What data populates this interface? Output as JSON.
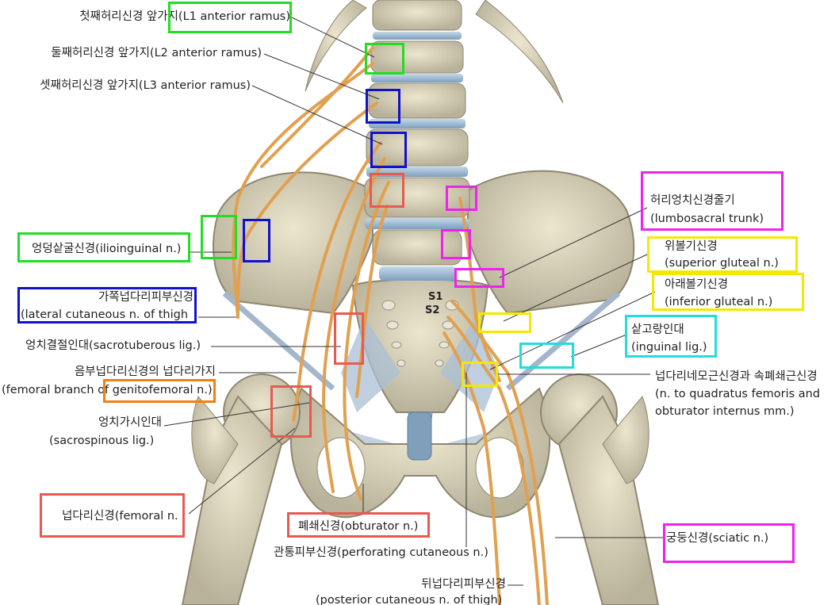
{
  "labels": {
    "l1_ramus": "첫째허리신경 앞가지(L1 anterior ramus)",
    "l2_ramus": "둘째허리신경 앞가지(L2 anterior ramus)",
    "l3_ramus": "셋째허리신경 앞가지(L3 anterior ramus)",
    "ilioinguinal": "엉덩샅굴신경(ilioinguinal n.)",
    "lat_cut_ko": "가쪽넙다리피부신경",
    "lat_cut_en": "(lateral cutaneous n. of thigh",
    "sacrotuberous": "엉치결절인대(sacrotuberous lig.)",
    "genitofemoral_ko": "음부넙다리신경의 넙다리가지",
    "genitofemoral_en_prefix": "(femoral branch of ",
    "genitofemoral_en_boxed": "genitofemoral n.)",
    "sacrospinous_ko": "엉치가시인대",
    "sacrospinous_en": "(sacrospinous lig.)",
    "femoral": "넙다리신경(femoral n.",
    "obturator": "폐쇄신경(obturator n.)",
    "perforating": "관통피부신경(perforating cutaneous n.)",
    "post_cut_ko": "뒤넙다리피부신경",
    "post_cut_en": "(posterior cutaneous n. of thigh)",
    "lumbosacral_ko": "허리엉치신경줄기",
    "lumbosacral_en": "(lumbosacral trunk)",
    "sup_gluteal_ko": "위볼기신경",
    "sup_gluteal_en": "(superior gluteal n.)",
    "inf_gluteal_ko": "아래볼기신경",
    "inf_gluteal_en": "(inferior gluteal n.)",
    "inguinal_ko": "샅고랑인대",
    "inguinal_en": "(inguinal lig.)",
    "quadratus_ko": "넙다리네모근신경과 속폐쇄근신경",
    "quadratus_en1": "(n. to quadratus femoris and",
    "quadratus_en2": "obturator internus mm.)",
    "sciatic": "궁둥신경(sciatic n.)",
    "s1": "S1",
    "s2": "S2"
  },
  "colors": {
    "green": "#22dd22",
    "blue": "#1111cc",
    "red": "#e85a50",
    "orange": "#f08010",
    "magenta": "#ee22ee",
    "yellow": "#f5e800",
    "cyan": "#22dddd",
    "bone": "#ddd6bc",
    "nerve": "#e0a050",
    "disc": "#9fbdd6"
  }
}
